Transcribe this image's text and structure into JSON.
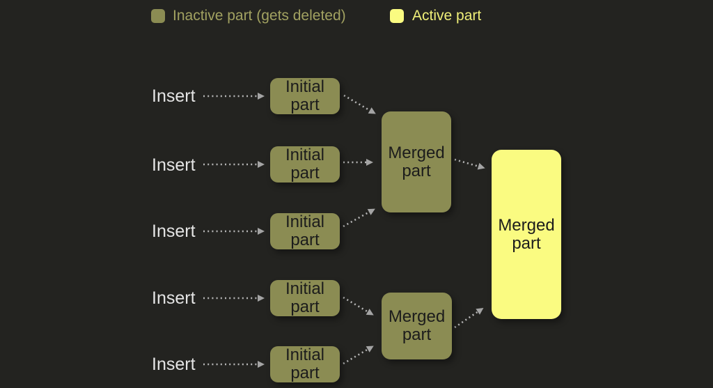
{
  "colors": {
    "background": "#232320",
    "inactive_part": "#8b8c53",
    "active_part": "#fafb81",
    "box_text": "#1c1c1c",
    "insert_text": "#e4e4e4",
    "legend_inactive_text": "#a2a261",
    "legend_active_text": "#efef78",
    "arrow": "#b5b5b5"
  },
  "legend": {
    "inactive_label": "Inactive part (gets deleted)",
    "active_label": "Active part"
  },
  "rows": [
    {
      "insert_label": "Insert",
      "part_label": "Initial part"
    },
    {
      "insert_label": "Insert",
      "part_label": "Initial part"
    },
    {
      "insert_label": "Insert",
      "part_label": "Initial part"
    },
    {
      "insert_label": "Insert",
      "part_label": "Initial part"
    },
    {
      "insert_label": "Insert",
      "part_label": "Initial part"
    }
  ],
  "merged": {
    "top_label": "Merged part",
    "bottom_label": "Merged part",
    "final_label": "Merged part"
  }
}
